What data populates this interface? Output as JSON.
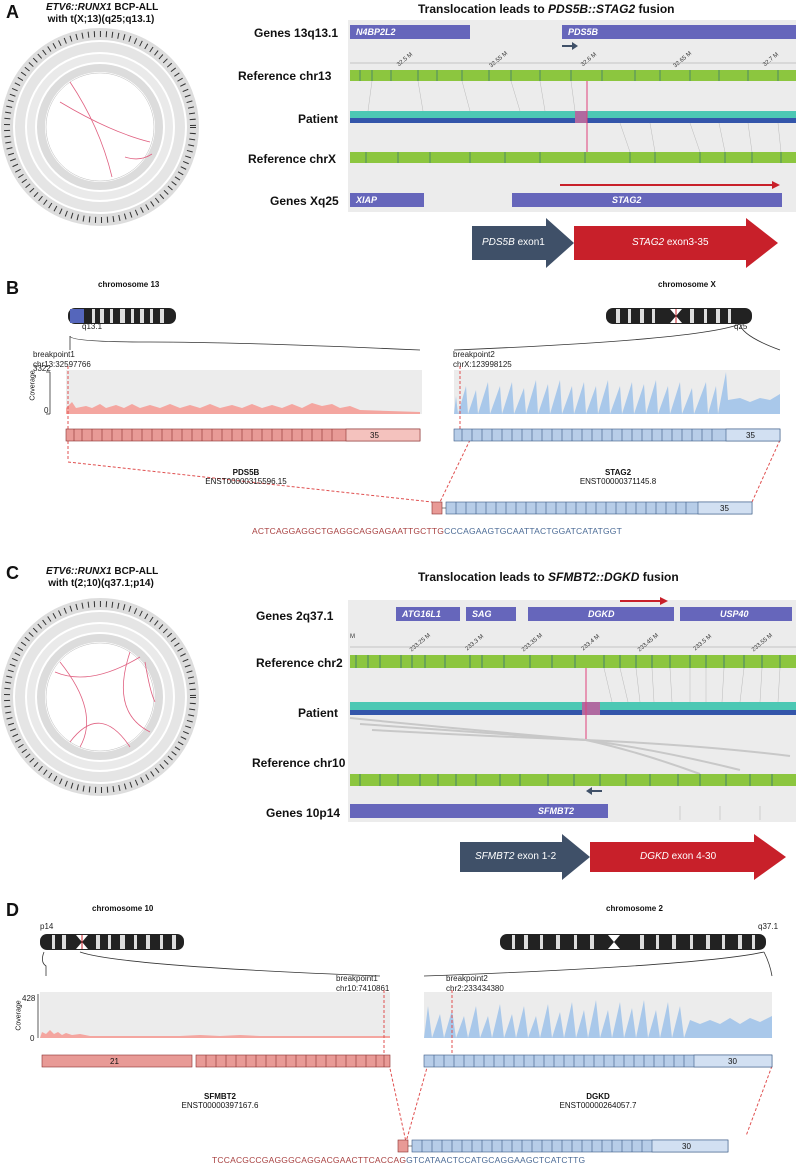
{
  "panels": {
    "A": {
      "letter": "A",
      "circos_title_1": "ETV6::RUNX1",
      "circos_title_1b": " BCP-ALL",
      "circos_title_2": "with t(X;13)(q25;q13.1)",
      "fusion_title_pre": "Translocation leads to ",
      "fusion_title_em": "PDS5B::STAG2",
      "fusion_title_post": " fusion",
      "tracks": {
        "genes_top": "Genes 13q13.1",
        "ref_top": "Reference chr13",
        "patient": "Patient",
        "ref_bottom": "Reference chrX",
        "genes_bottom": "Genes Xq25"
      },
      "genes_top": [
        "N4BP2L2",
        "PDS5B"
      ],
      "genes_bottom": [
        "XIAP",
        "STAG2"
      ],
      "ticks": [
        "32.5 M",
        "32.55 M",
        "32.6 M",
        "32.65 M",
        "32.7 M"
      ],
      "arrow_left": "PDS5B",
      "arrow_left_suffix": " exon1",
      "arrow_right": "STAG2",
      "arrow_right_suffix": " exon3-35"
    },
    "B": {
      "letter": "B",
      "chrom_left": "chromosome 13",
      "chrom_right": "chromosome X",
      "band_left": "q13.1",
      "band_right": "q25",
      "bp1": "breakpoint1",
      "bp1_pos": "chr13:32597766",
      "bp2": "breakpoint2",
      "bp2_pos": "chrX:123998125",
      "cov_max": "3322",
      "cov_min": "0",
      "cov_label": "Coverage",
      "gene_left": "PDS5B",
      "tx_left": "ENST00000315596.15",
      "gene_right": "STAG2",
      "tx_right": "ENST00000371145.8",
      "last_exon": "35",
      "seq_red": "ACTCAGGAGGCTGAGGCAGGAGAATTGCTTG",
      "seq_blue": "CCCAGAAGTGCAATTACTGGATCATATGGT"
    },
    "C": {
      "letter": "C",
      "circos_title_1": "ETV6::RUNX1",
      "circos_title_1b": " BCP-ALL",
      "circos_title_2": "with t(2;10)(q37.1;p14)",
      "fusion_title_pre": "Translocation leads to ",
      "fusion_title_em": "SFMBT2::DGKD",
      "fusion_title_post": " fusion",
      "tracks": {
        "genes_top": "Genes 2q37.1",
        "ref_top": "Reference chr2",
        "patient": "Patient",
        "ref_bottom": "Reference chr10",
        "genes_bottom": "Genes 10p14"
      },
      "genes_top": [
        "ATG16L1",
        "SAG",
        "DGKD",
        "USP40"
      ],
      "genes_bottom": [
        "SFMBT2"
      ],
      "ticks": [
        "M",
        "233.25 M",
        "233.3 M",
        "233.35 M",
        "233.4 M",
        "233.45 M",
        "233.5 M",
        "233.55 M"
      ],
      "arrow_left": "SFMBT2",
      "arrow_left_suffix": " exon 1-2",
      "arrow_right": "DGKD",
      "arrow_right_suffix": " exon 4-30"
    },
    "D": {
      "letter": "D",
      "chrom_left": "chromosome 10",
      "chrom_right": "chromosome 2",
      "band_left": "p14",
      "band_right": "q37.1",
      "bp1": "breakpoint1",
      "bp1_pos": "chr10:7410861",
      "bp2": "breakpoint2",
      "bp2_pos": "chr2:233434380",
      "cov_max": "428",
      "cov_min": "0",
      "cov_label": "Coverage",
      "gene_left": "SFMBT2",
      "tx_left": "ENST00000397167.6",
      "gene_right": "DGKD",
      "tx_right": "ENST00000264057.7",
      "first_exon": "21",
      "last_exon": "30",
      "seq_red": "TCCACGCCGAGGGCAGGACGAACTTCACCAG",
      "seq_blue": "GTCATAACTCCATGCAGGAAGCTCATCTTG"
    }
  },
  "colors": {
    "gene": "#6666bb",
    "green": "#8cc63f",
    "teal": "#4cc8b4",
    "navy": "#3f5068",
    "red": "#c8202a",
    "pink_cov": "#f4a6a0",
    "blue_cov": "#a9c8ea",
    "pink_ex": "#e89a96",
    "blue_ex": "#b7cde8"
  }
}
